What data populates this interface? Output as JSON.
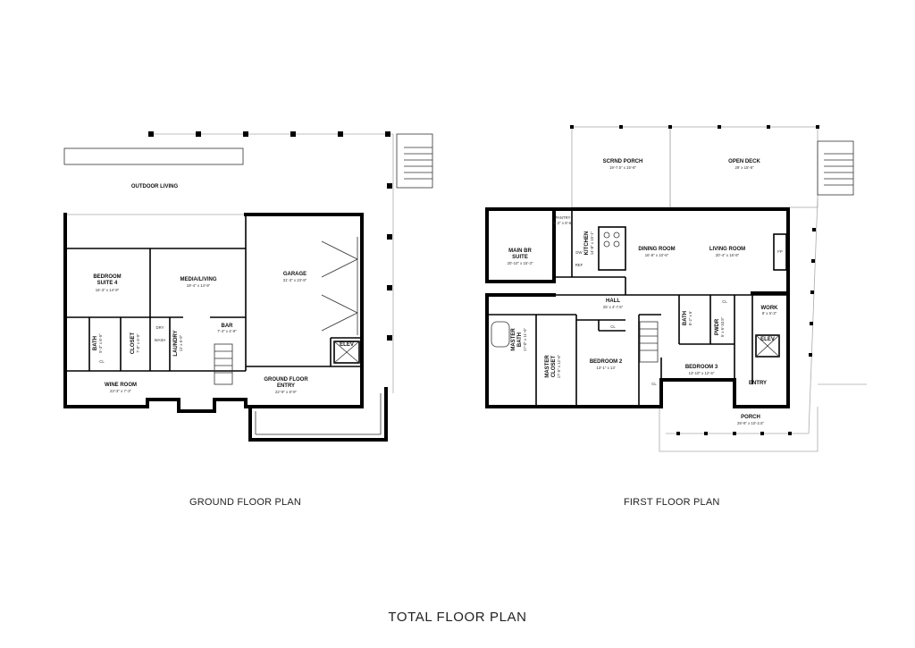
{
  "titles": {
    "ground_floor": "GROUND FLOOR PLAN",
    "first_floor": "FIRST FLOOR PLAN",
    "total": "TOTAL FLOOR PLAN"
  },
  "ground_rooms": [
    {
      "key": "outdoor-living",
      "name": "OUTDOOR LIVING",
      "dims": ""
    },
    {
      "key": "bedroom-suite-4",
      "name": "BEDROOM|SUITE 4",
      "dims": "16'-3\" x 14'-9\""
    },
    {
      "key": "media-living",
      "name": "MEDIA/LIVING",
      "dims": "19'-4\" x 14'-9\""
    },
    {
      "key": "garage",
      "name": "GARAGE",
      "dims": "31'-3\" x 23'-9\""
    },
    {
      "key": "bath",
      "name": "BATH",
      "dims": "5'-3\" x 8'-5\""
    },
    {
      "key": "closet",
      "name": "CLOSET",
      "dims": "7'-0\" x 6'-9\""
    },
    {
      "key": "dry",
      "name": "DRY",
      "dims": ""
    },
    {
      "key": "wash",
      "name": "WASH",
      "dims": ""
    },
    {
      "key": "laundry",
      "name": "LAUNDRY",
      "dims": "11' x 6'-9\""
    },
    {
      "key": "bar",
      "name": "BAR",
      "dims": "7'-4\" x 4'-9\""
    },
    {
      "key": "cl",
      "name": "CL",
      "dims": ""
    },
    {
      "key": "wine-room",
      "name": "WINE ROOM",
      "dims": "23'-3\" x 7'-3\""
    },
    {
      "key": "ground-floor-entry",
      "name": "GROUND FLOOR|ENTRY",
      "dims": "22'-9\" x 8'-9\""
    },
    {
      "key": "elev",
      "name": "ELEV",
      "dims": ""
    }
  ],
  "first_rooms": [
    {
      "key": "scrnd-porch",
      "name": "SCRND PORCH",
      "dims": "19'-7.5\" x 15'-8\""
    },
    {
      "key": "open-deck",
      "name": "OPEN DECK",
      "dims": "29' x 15'-8\""
    },
    {
      "key": "main-br-suite",
      "name": "MAIN BR|SUITE",
      "dims": "20'-10\" x 15'-3\""
    },
    {
      "key": "pantry",
      "name": "PANTRY",
      "dims": "6'-2\" x 8'-6\""
    },
    {
      "key": "kitchen",
      "name": "KITCHEN",
      "dims": "14'-8\" x 15'-1\""
    },
    {
      "key": "dw",
      "name": "DW",
      "dims": ""
    },
    {
      "key": "ref",
      "name": "REF",
      "dims": ""
    },
    {
      "key": "dining-room",
      "name": "DINING ROOM",
      "dims": "16'-8\" x 10'-6\""
    },
    {
      "key": "living-room",
      "name": "LIVING ROOM",
      "dims": "20'-4\" x 16'-8\""
    },
    {
      "key": "fp",
      "name": "FP",
      "dims": ""
    },
    {
      "key": "hall",
      "name": "HALL",
      "dims": "25' x 4'-7.5\""
    },
    {
      "key": "master-bath",
      "name": "MASTER|BATH",
      "dims": "17'-0\" x 11'-5\""
    },
    {
      "key": "master-closet",
      "name": "MASTER|CLOSET",
      "dims": "17'-5\" x 12'-6\""
    },
    {
      "key": "bedroom-2",
      "name": "BEDROOM 2",
      "dims": "13'-1\" x 13'"
    },
    {
      "key": "cl-1",
      "name": "CL",
      "dims": ""
    },
    {
      "key": "cl-2",
      "name": "CL",
      "dims": ""
    },
    {
      "key": "cl-3",
      "name": "CL",
      "dims": ""
    },
    {
      "key": "bath",
      "name": "BATH",
      "dims": "8'-2\" x 6'"
    },
    {
      "key": "pwdr",
      "name": "PWDR",
      "dims": "5' x 6'-10.5\""
    },
    {
      "key": "bedroom-3",
      "name": "BEDROOM 3",
      "dims": "13'-10\" x 12'-6\""
    },
    {
      "key": "work",
      "name": "WORK",
      "dims": "8' x 6'-3\""
    },
    {
      "key": "elev",
      "name": "ELEV",
      "dims": ""
    },
    {
      "key": "entry",
      "name": "ENTRY",
      "dims": ""
    },
    {
      "key": "porch",
      "name": "PORCH",
      "dims": "29'-9\" x 10'-2.5\""
    }
  ]
}
